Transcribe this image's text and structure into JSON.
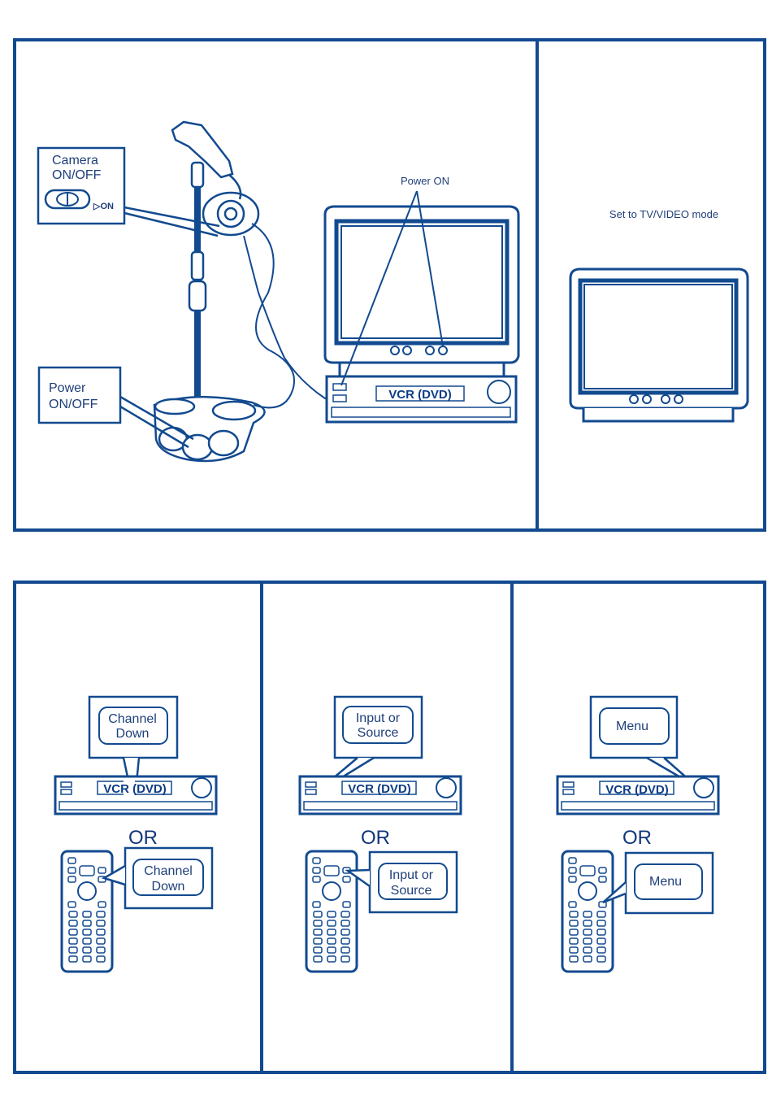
{
  "colors": {
    "ink": "#0d4a94",
    "stroke": "#124a8f",
    "fill": "#ffffff"
  },
  "top": {
    "camera_label_line1": "Camera",
    "camera_label_line2": "ON/OFF",
    "camera_switch_on": "▷ON",
    "power_label_line1": "Power",
    "power_label_line2": "ON/OFF",
    "power_on_label": "Power ON",
    "vcr_label": "VCR (DVD)",
    "tv_mode_label": "Set to TV/VIDEO mode"
  },
  "bottom": {
    "panels": [
      {
        "vcr_label": "VCR (DVD)",
        "vcr_callout_line1": "Channel",
        "vcr_callout_line2": "Down",
        "or": "OR",
        "remote_callout_line1": "Channel",
        "remote_callout_line2": "Down"
      },
      {
        "vcr_label": "VCR (DVD)",
        "vcr_callout_line1": "Input or",
        "vcr_callout_line2": "Source",
        "or": "OR",
        "remote_callout_line1": "Input or",
        "remote_callout_line2": "Source"
      },
      {
        "vcr_label": "VCR (DVD)",
        "vcr_callout_line1": "Menu",
        "vcr_callout_line2": "",
        "or": "OR",
        "remote_callout_line1": "Menu",
        "remote_callout_line2": ""
      }
    ]
  }
}
